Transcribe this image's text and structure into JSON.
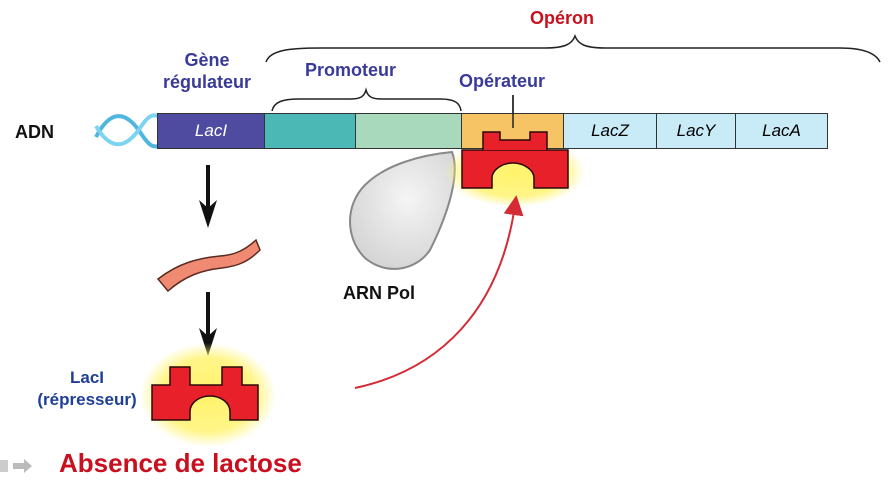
{
  "labels": {
    "operon": "Opéron",
    "gene_regulateur_line1": "Gène",
    "gene_regulateur_line2": "régulateur",
    "promoteur": "Promoteur",
    "operateur": "Opérateur",
    "adn": "ADN",
    "arn_pol": "ARN Pol",
    "repressor_line1": "LacI",
    "repressor_line2": "(répresseur)",
    "condition": "Absence de lactose"
  },
  "dna_segments": [
    {
      "id": "laci",
      "label": "LacI",
      "color": "#4f4ba0",
      "text_color": "#ffffff"
    },
    {
      "id": "promoter-a",
      "label": "",
      "color": "#4bb8b5",
      "text_color": "#000000"
    },
    {
      "id": "promoter-b",
      "label": "",
      "color": "#a8d9bd",
      "text_color": "#000000"
    },
    {
      "id": "operator",
      "label": "",
      "color": "#f6c465",
      "text_color": "#000000"
    },
    {
      "id": "lacz",
      "label": "LacZ",
      "color": "#c8ebf7",
      "text_color": "#111111"
    },
    {
      "id": "lacy",
      "label": "LacY",
      "color": "#c8ebf7",
      "text_color": "#111111"
    },
    {
      "id": "laca",
      "label": "LacA",
      "color": "#c8ebf7",
      "text_color": "#111111"
    }
  ],
  "colors": {
    "repressor": "#e8202a",
    "glow": "#fff36a",
    "mrna": "#f08a72",
    "arrow_red": "#d42b35",
    "title_blue": "#3a3a9a",
    "title_red": "#c8101e"
  }
}
